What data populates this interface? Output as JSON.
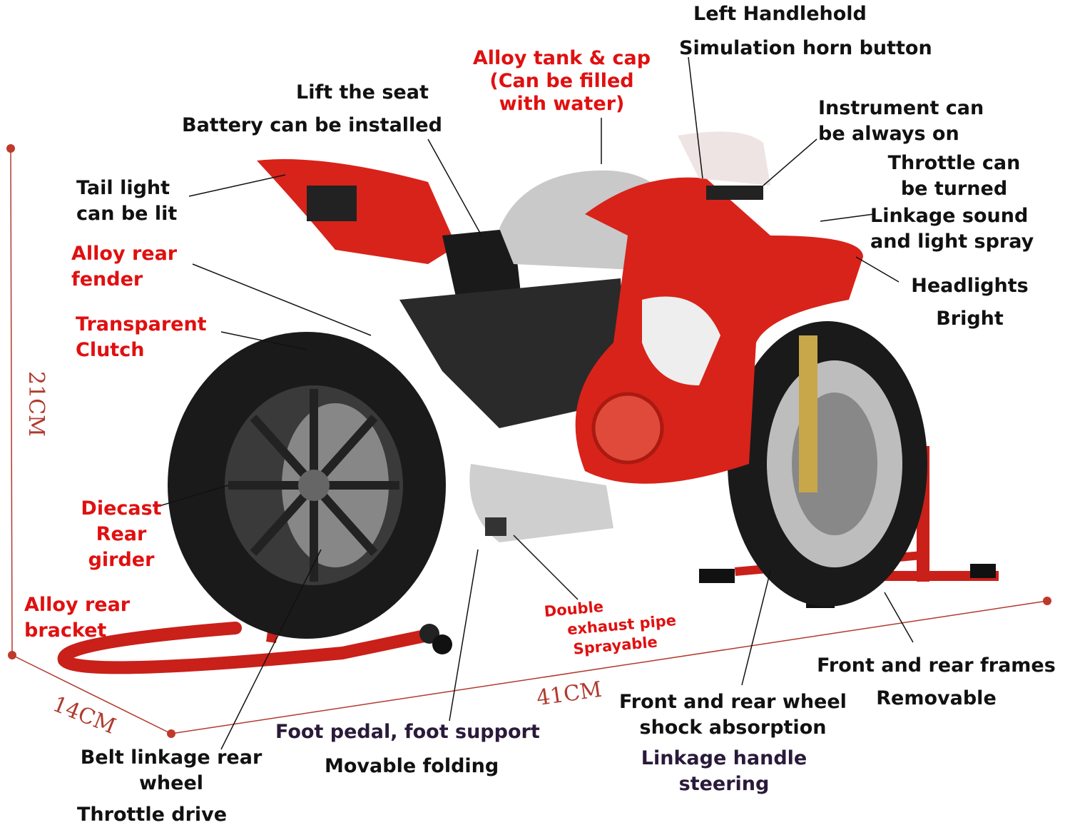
{
  "labels": {
    "left_handlehold": "Left Handlehold",
    "horn_button": "Simulation horn button",
    "alloy_tank": [
      "Alloy tank & cap",
      "(Can be filled",
      "with water)"
    ],
    "lift_seat": "Lift the seat",
    "battery": "Battery can be installed",
    "instrument": [
      "Instrument can",
      "be always on"
    ],
    "throttle_turned": [
      "Throttle can",
      "be turned"
    ],
    "linkage_sound": [
      "Linkage sound",
      "and light spray"
    ],
    "tail_light": [
      "Tail light",
      "can be lit"
    ],
    "alloy_rear_fender": [
      "Alloy rear",
      "fender"
    ],
    "transparent_clutch": [
      "Transparent",
      "Clutch"
    ],
    "headlights": [
      "Headlights",
      "Bright"
    ],
    "diecast_girder": [
      "Diecast",
      "Rear",
      "girder"
    ],
    "alloy_rear_bracket": [
      "Alloy rear",
      "bracket"
    ],
    "double_exhaust": [
      "Double",
      "exhaust pipe",
      "Sprayable"
    ],
    "front_rear_frames": [
      "Front and rear frames",
      "Removable"
    ],
    "shock_absorption": [
      "Front and rear wheel",
      "shock absorption"
    ],
    "foot_pedal": "Foot pedal, foot support",
    "movable_folding": "Movable folding",
    "linkage_handle": [
      "Linkage handle",
      "steering"
    ],
    "belt_linkage": [
      "Belt linkage rear",
      "wheel"
    ],
    "throttle_drive": "Throttle drive"
  },
  "dimensions": {
    "height": "21CM",
    "width": "14CM",
    "length": "41CM"
  },
  "colors": {
    "red_label": "#e01010",
    "black_label": "#111111",
    "dimension": "#b03a2e",
    "body": "#d8231a"
  }
}
